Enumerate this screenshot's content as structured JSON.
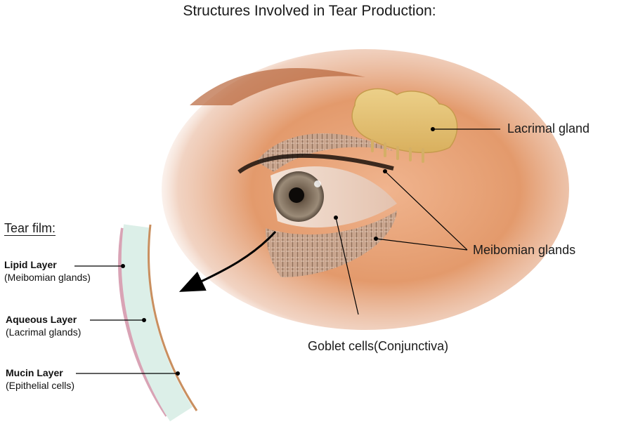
{
  "title": "Structures Involved in Tear Production:",
  "labels": {
    "lacrimal_gland": "Lacrimal gland",
    "meibomian_glands": "Meibomian glands",
    "goblet_cells": "Goblet cells(Conjunctiva)"
  },
  "tear_film": {
    "heading": "Tear film:",
    "layers": [
      {
        "name": "Lipid Layer",
        "source": "(Meibomian glands)"
      },
      {
        "name": "Aqueous Layer",
        "source": "(Lacrimal glands)"
      },
      {
        "name": "Mucin Layer",
        "source": "(Epithelial cells)"
      }
    ]
  },
  "colors": {
    "skin": "#e9a57a",
    "skin_dark": "#c9703f",
    "gland": "#e3c073",
    "iris": "#8a7b6a",
    "film_fill": "#dcefe8",
    "lipid_edge": "#d9a3b5",
    "mucin_edge": "#c98f5f"
  }
}
